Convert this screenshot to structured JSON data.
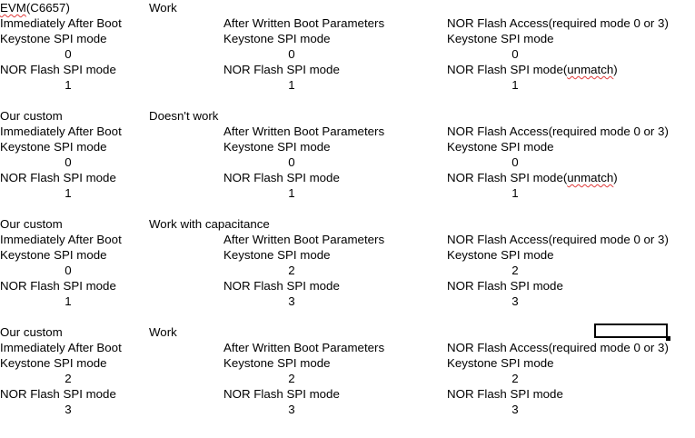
{
  "sections": [
    {
      "board_prefix": "EVM",
      "board_suffix": "(C6657)",
      "status": "Work",
      "col1": {
        "heading": "Immediately After Boot",
        "keystone_label": "Keystone SPI mode",
        "keystone_value": "0",
        "nor_label": "NOR Flash SPI mode",
        "nor_value": "1"
      },
      "col2": {
        "heading": "After Written Boot Parameters",
        "keystone_label": "Keystone SPI mode",
        "keystone_value": "0",
        "nor_label": "NOR Flash SPI mode",
        "nor_value": "1"
      },
      "col3": {
        "heading": "NOR Flash Access(required mode 0 or 3)",
        "keystone_label": "Keystone SPI mode",
        "keystone_value": "0",
        "nor_label_prefix": "NOR Flash SPI mode(",
        "nor_label_flag": "unmatch",
        "nor_label_suffix": ")",
        "nor_value": "1"
      }
    },
    {
      "board": "Our custom",
      "status": "Doesn't work",
      "col1": {
        "heading": "Immediately After Boot",
        "keystone_label": "Keystone SPI mode",
        "keystone_value": "0",
        "nor_label": "NOR Flash SPI mode",
        "nor_value": "1"
      },
      "col2": {
        "heading": "After Written Boot Parameters",
        "keystone_label": "Keystone SPI mode",
        "keystone_value": "0",
        "nor_label": "NOR Flash SPI mode",
        "nor_value": "1"
      },
      "col3": {
        "heading": "NOR Flash Access(required mode 0 or 3)",
        "keystone_label": "Keystone SPI mode",
        "keystone_value": "0",
        "nor_label_prefix": "NOR Flash SPI mode(",
        "nor_label_flag": "unmatch",
        "nor_label_suffix": ")",
        "nor_value": "1"
      }
    },
    {
      "board": "Our custom",
      "status": "Work with capacitance",
      "col1": {
        "heading": "Immediately After Boot",
        "keystone_label": "Keystone SPI mode",
        "keystone_value": "0",
        "nor_label": "NOR Flash SPI mode",
        "nor_value": "1"
      },
      "col2": {
        "heading": "After Written Boot Parameters",
        "keystone_label": "Keystone SPI mode",
        "keystone_value": "2",
        "nor_label": "NOR Flash SPI mode",
        "nor_value": "3"
      },
      "col3": {
        "heading": "NOR Flash Access(required mode 0 or 3)",
        "keystone_label": "Keystone SPI mode",
        "keystone_value": "2",
        "nor_label": "NOR Flash SPI mode",
        "nor_value": "3"
      }
    },
    {
      "board": "Our custom",
      "status": "Work",
      "col1": {
        "heading": "Immediately After Boot",
        "keystone_label": "Keystone SPI mode",
        "keystone_value": "2",
        "nor_label": "NOR Flash SPI mode",
        "nor_value": "3"
      },
      "col2": {
        "heading": "After Written Boot Parameters",
        "keystone_label": "Keystone SPI mode",
        "keystone_value": "2",
        "nor_label": "NOR Flash SPI mode",
        "nor_value": "3"
      },
      "col3": {
        "heading": "NOR Flash Access(required mode 0 or 3)",
        "keystone_label": "Keystone SPI mode",
        "keystone_value": "2",
        "nor_label": "NOR Flash SPI mode",
        "nor_value": "3"
      }
    }
  ]
}
